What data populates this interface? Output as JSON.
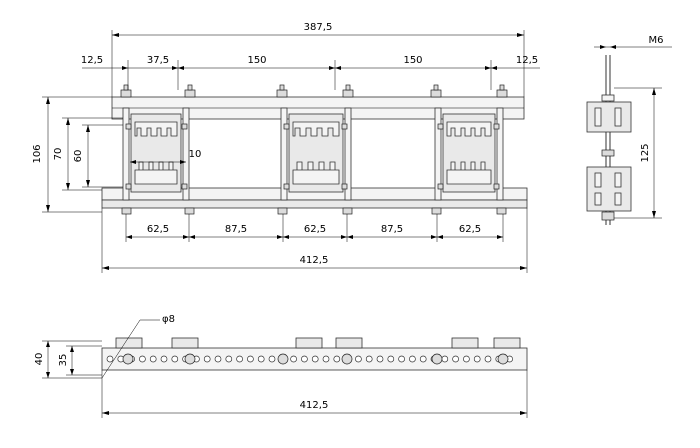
{
  "dims": {
    "overall_top": "387,5",
    "left_edge": "12,5",
    "first_offset": "37,5",
    "pitch_1": "150",
    "pitch_2": "150",
    "right_edge": "12,5",
    "height_total": "106",
    "height_70": "70",
    "height_60": "60",
    "gap_10": "10",
    "seg_a": "62,5",
    "seg_b": "87,5",
    "seg_c": "62,5",
    "seg_d": "87,5",
    "seg_e": "62,5",
    "overall_bottom_front": "412,5",
    "thread": "M6",
    "side_height": "125",
    "hole_dia": "φ8",
    "bar_h_40": "40",
    "bar_h_35": "35",
    "overall_bottom_plan": "412,5"
  }
}
